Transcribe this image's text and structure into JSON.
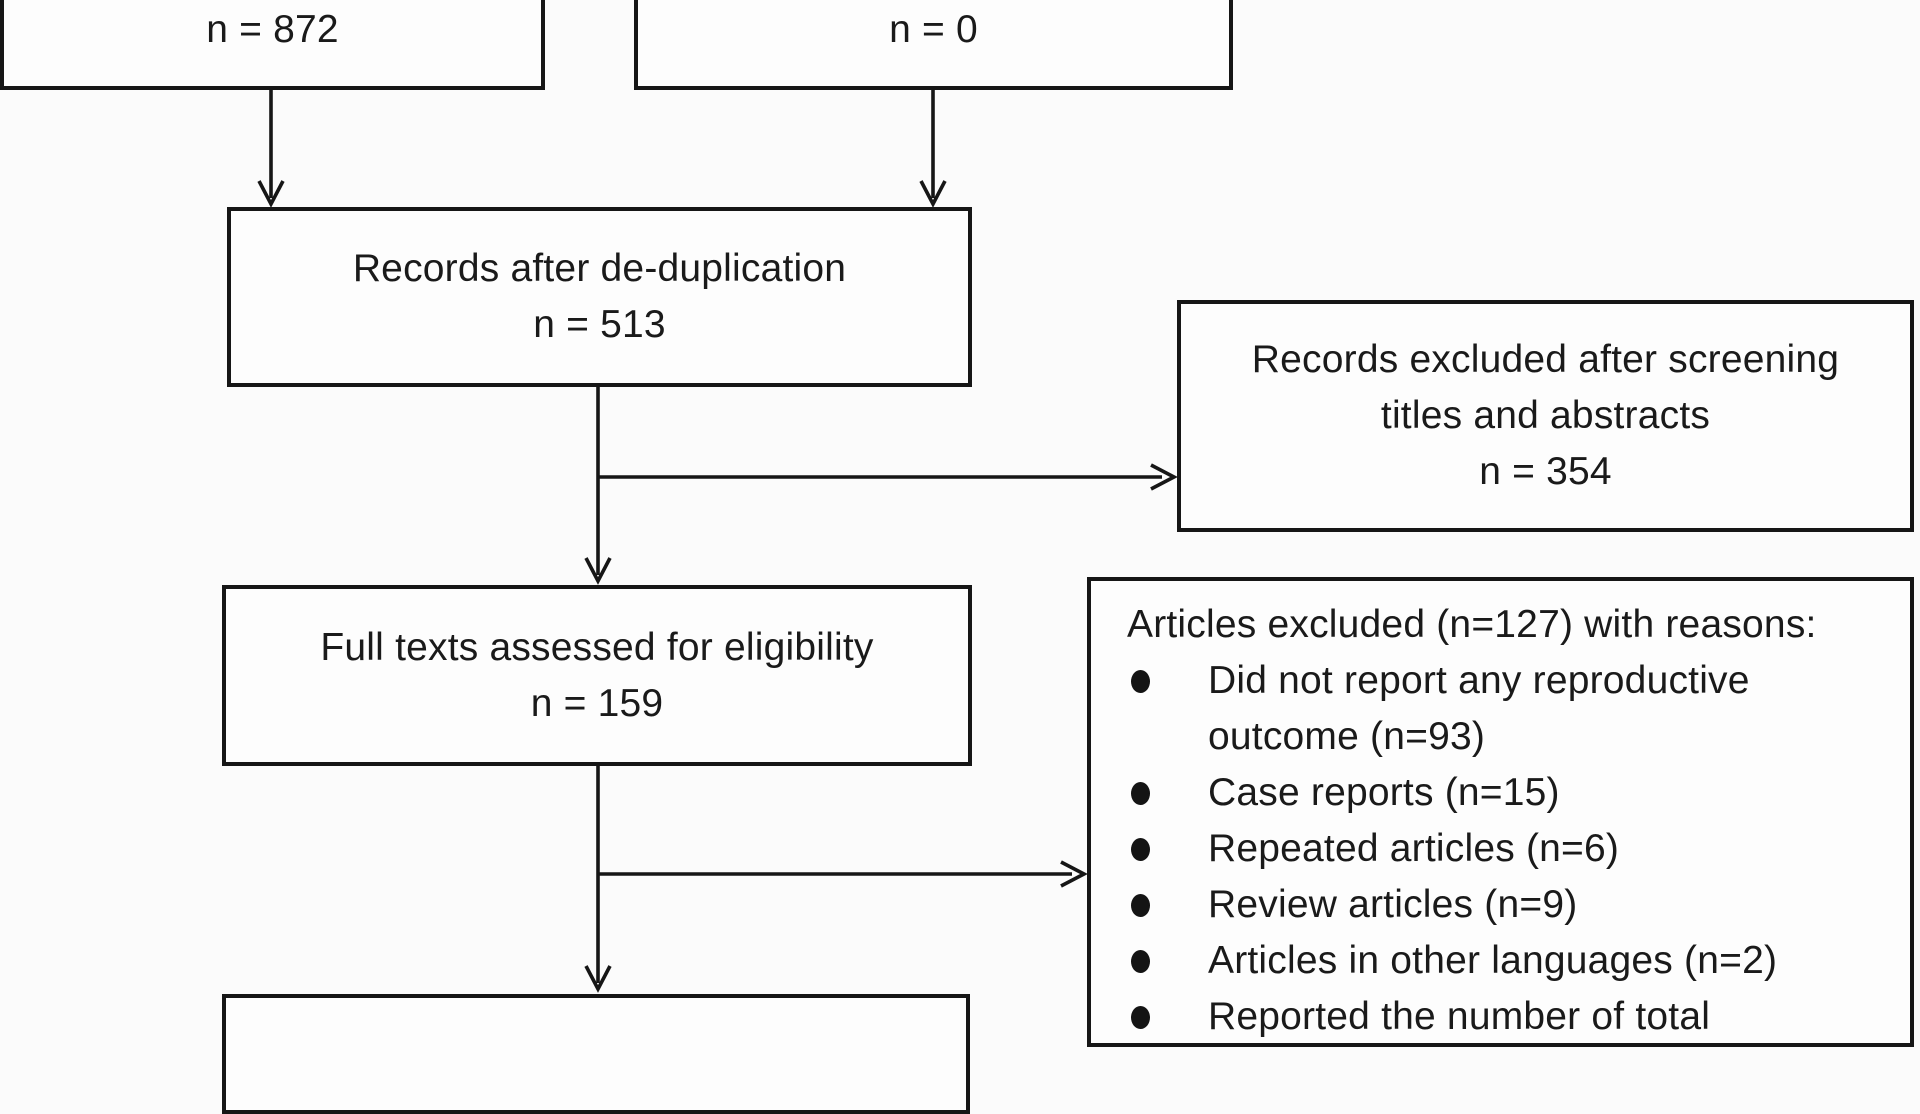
{
  "figure": {
    "kind": "study-selection-flow-diagram",
    "colors": {
      "background": "#fbfbfb",
      "box_fill": "#fdfdfd",
      "line": "#161616",
      "text": "#1a1a1a"
    },
    "boxes": {
      "identified": {
        "count_label": "n = 872"
      },
      "additional": {
        "count_label": "n = 0"
      },
      "dedup": {
        "title": "Records after de-duplication",
        "count_label": "n = 513"
      },
      "screening_excluded": {
        "title_line1": "Records excluded after screening",
        "title_line2": "titles and abstracts",
        "count_label": "n = 354"
      },
      "full_text": {
        "title": "Full texts assessed for eligibility",
        "count_label": "n = 159"
      },
      "reasons": {
        "header": "Articles excluded (n=127) with reasons:",
        "items": [
          {
            "line1": "Did not report any reproductive",
            "line2": "outcome (n=93)"
          },
          {
            "line1": "Case reports (n=15)"
          },
          {
            "line1": "Repeated articles (n=6)"
          },
          {
            "line1": "Review articles (n=9)"
          },
          {
            "line1": "Articles in other languages (n=2)"
          },
          {
            "line1": "Reported the number of total"
          }
        ]
      }
    }
  }
}
